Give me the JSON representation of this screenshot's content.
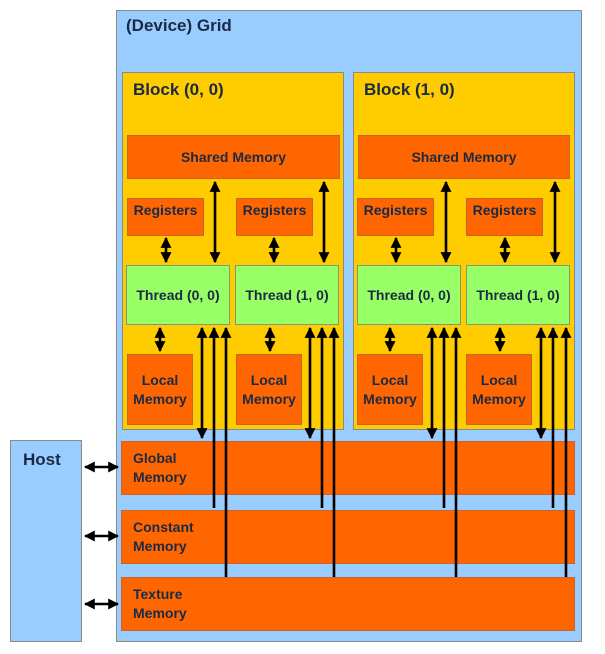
{
  "grid": {
    "title": "(Device) Grid"
  },
  "host": {
    "label": "Host"
  },
  "blocks": [
    {
      "title": "Block (0, 0)",
      "shared_memory": "Shared Memory",
      "threads": [
        {
          "registers": "Registers",
          "thread": "Thread (0, 0)",
          "local_memory": [
            "Local",
            "Memory"
          ]
        },
        {
          "registers": "Registers",
          "thread": "Thread (1, 0)",
          "local_memory": [
            "Local",
            "Memory"
          ]
        }
      ]
    },
    {
      "title": "Block (1, 0)",
      "shared_memory": "Shared Memory",
      "threads": [
        {
          "registers": "Registers",
          "thread": "Thread (0, 0)",
          "local_memory": [
            "Local",
            "Memory"
          ]
        },
        {
          "registers": "Registers",
          "thread": "Thread (1, 0)",
          "local_memory": [
            "Local",
            "Memory"
          ]
        }
      ]
    }
  ],
  "device_memory": {
    "global": [
      "Global",
      "Memory"
    ],
    "constant": [
      "Constant",
      "Memory"
    ],
    "texture": [
      "Texture",
      "Memory"
    ]
  },
  "colors": {
    "grid": "#99ccff",
    "block": "#ffcc00",
    "memory": "#ff6600",
    "thread": "#99ff66",
    "text": "#1b2a44",
    "arrow": "#000000"
  }
}
